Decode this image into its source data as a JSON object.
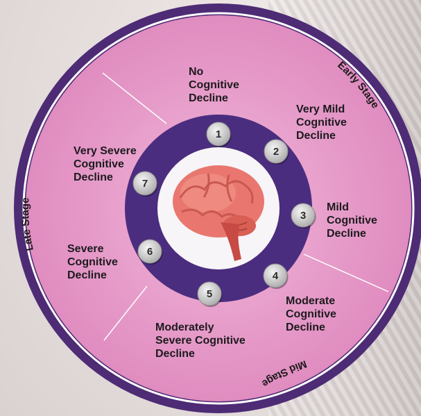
{
  "stages": [
    {
      "number": "1",
      "label": "No\nCognitive\nDecline"
    },
    {
      "number": "2",
      "label": "Very Mild\nCognitive\nDecline"
    },
    {
      "number": "3",
      "label": "Mild\nCognitive\nDecline"
    },
    {
      "number": "4",
      "label": "Moderate\nCognitive\nDecline"
    },
    {
      "number": "5",
      "label": "Moderately\nSevere Cognitive\nDecline"
    },
    {
      "number": "6",
      "label": "Severe\nCognitive\nDecline"
    },
    {
      "number": "7",
      "label": "Very Severe\nCognitive\nDecline"
    }
  ],
  "phases": {
    "early": "Early Stage",
    "mid": "Mid Stage",
    "late": "Late Stage"
  },
  "colors": {
    "outer_ring": "#4e2b75",
    "pink": "#e69ac9",
    "inner_purple": "#4b2d7f",
    "center": "#f7f5f7",
    "badge": "#c9c9c9"
  },
  "center_icon": "brain-icon"
}
